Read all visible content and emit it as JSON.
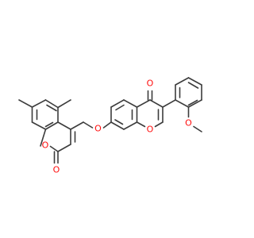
{
  "molecule": {
    "atoms": {
      "o_carbonyl_left": "O",
      "o_ring_left": "O",
      "o_ether": "O",
      "o_ring_right": "O",
      "o_carbonyl_right": "O",
      "o_methoxy": "O"
    }
  }
}
